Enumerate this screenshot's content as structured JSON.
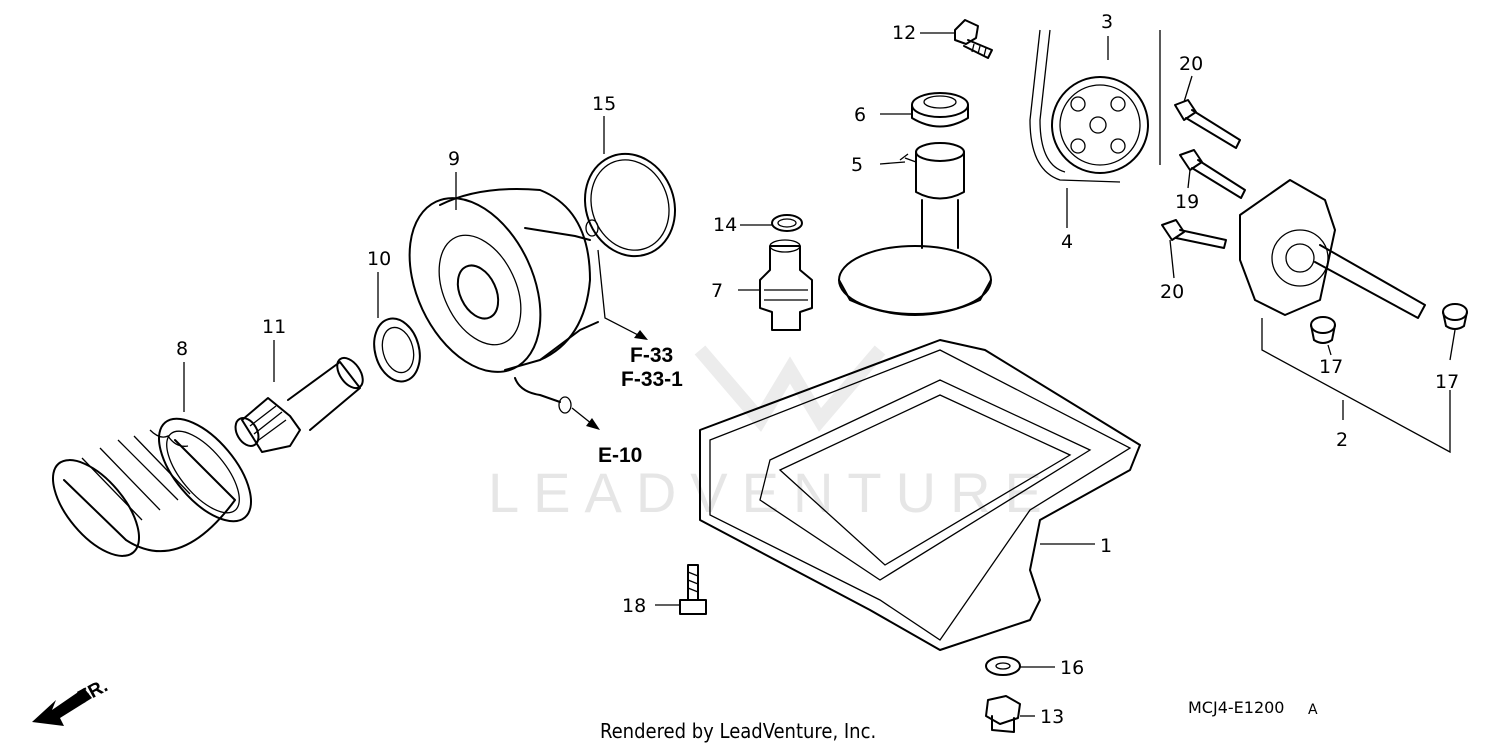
{
  "watermark": {
    "text": "LEADVENTURE"
  },
  "parts": [
    {
      "id": "p1",
      "number": "1"
    },
    {
      "id": "p2",
      "number": "2"
    },
    {
      "id": "p3",
      "number": "3"
    },
    {
      "id": "p4",
      "number": "4"
    },
    {
      "id": "p5",
      "number": "5"
    },
    {
      "id": "p6",
      "number": "6"
    },
    {
      "id": "p7",
      "number": "7"
    },
    {
      "id": "p8",
      "number": "8"
    },
    {
      "id": "p9",
      "number": "9"
    },
    {
      "id": "p10",
      "number": "10"
    },
    {
      "id": "p11",
      "number": "11"
    },
    {
      "id": "p12",
      "number": "12"
    },
    {
      "id": "p13",
      "number": "13"
    },
    {
      "id": "p14",
      "number": "14"
    },
    {
      "id": "p15",
      "number": "15"
    },
    {
      "id": "p16",
      "number": "16"
    },
    {
      "id": "p17a",
      "number": "17"
    },
    {
      "id": "p17b",
      "number": "17"
    },
    {
      "id": "p18",
      "number": "18"
    },
    {
      "id": "p19",
      "number": "19"
    },
    {
      "id": "p20a",
      "number": "20"
    },
    {
      "id": "p20b",
      "number": "20"
    }
  ],
  "references": {
    "f33": "F-33",
    "f331": "F-33-1",
    "e10": "E-10"
  },
  "direction": {
    "label": "FR."
  },
  "diagram_code": "MCJ4-E1200",
  "diagram_rev": "A",
  "footer": "Rendered by LeadVenture, Inc."
}
